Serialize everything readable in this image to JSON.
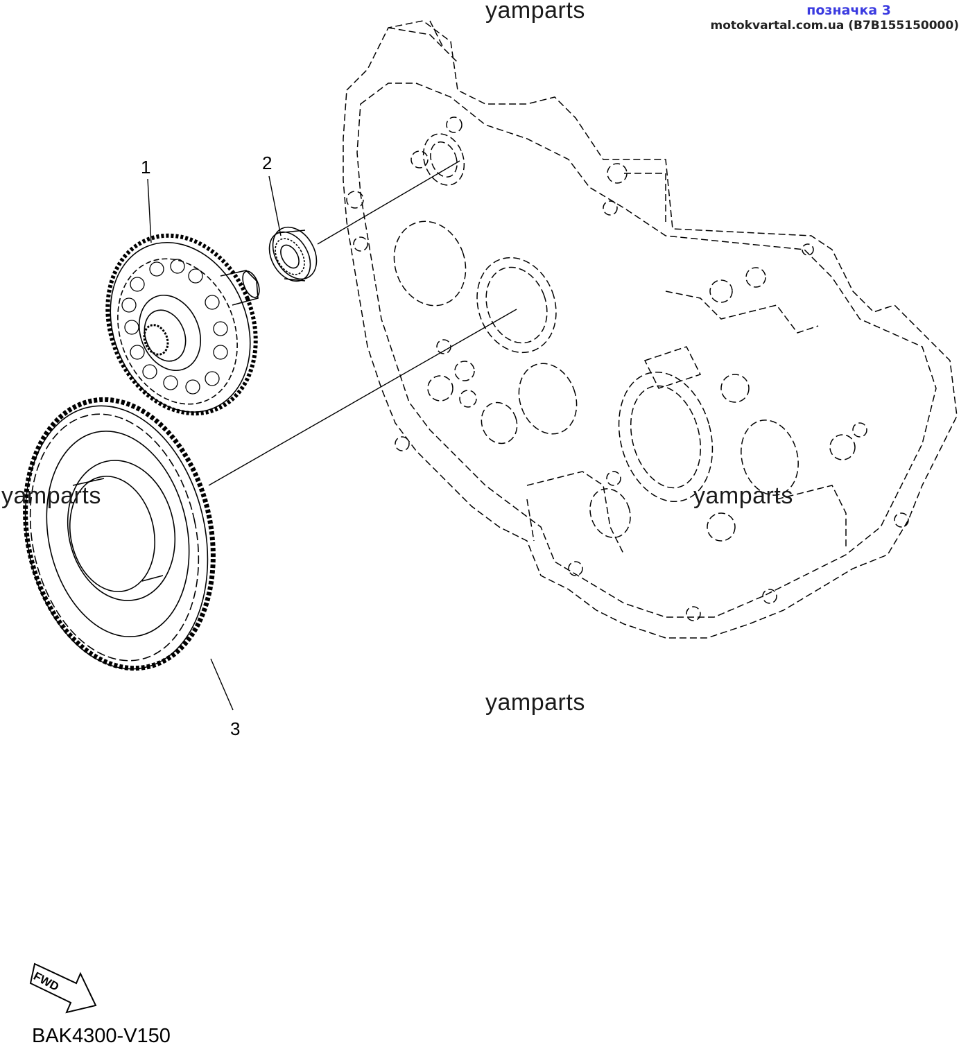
{
  "watermarks": {
    "top": "yamparts",
    "left": "yamparts",
    "right": "yamparts",
    "bottom": "yamparts"
  },
  "tag": {
    "label": "позначка 3",
    "label_color": "#3a3ae0",
    "site": "motokvartal.com.ua (B7B155150000)"
  },
  "callouts": {
    "part1": "1",
    "part2": "2",
    "part3": "3"
  },
  "fwd_label": "FWD",
  "diagram_code": "BAK4300-V150",
  "parts": [
    {
      "number": "1",
      "icon": "idle-gear-icon"
    },
    {
      "number": "2",
      "icon": "bearing-icon"
    },
    {
      "number": "3",
      "icon": "ring-gear-icon"
    }
  ]
}
